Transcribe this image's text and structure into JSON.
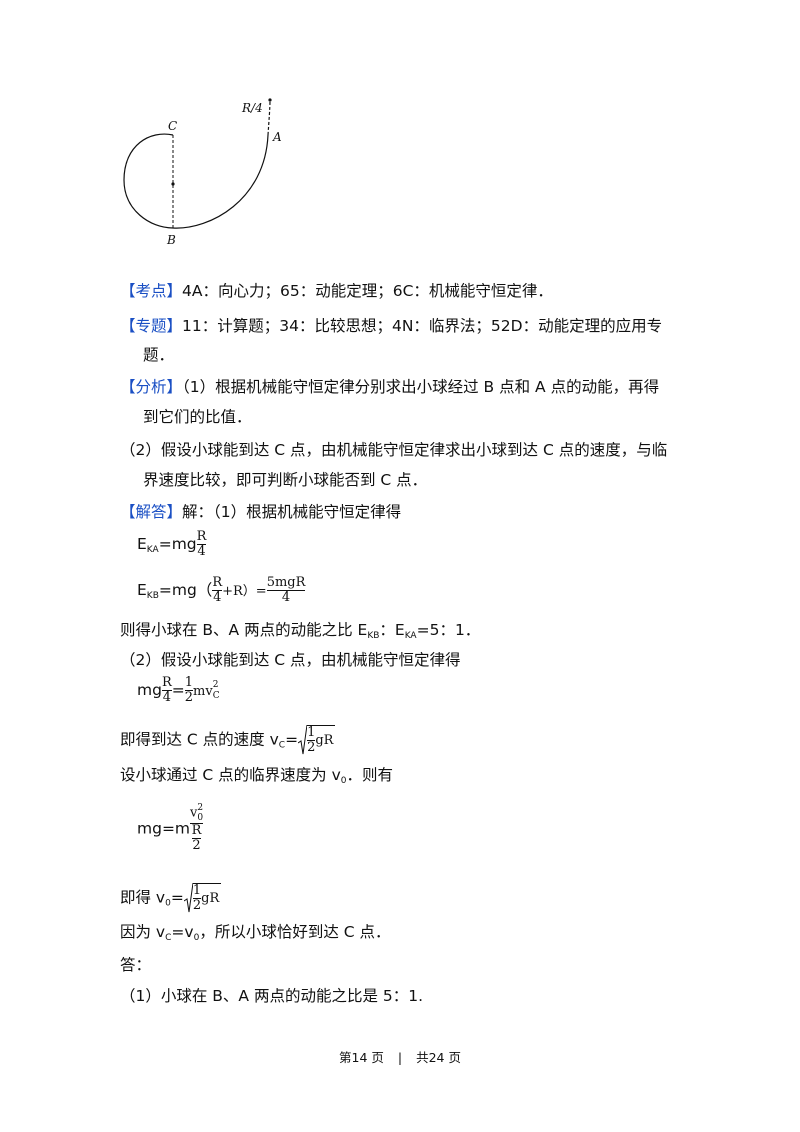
{
  "diagram": {
    "labels": {
      "R4": "R/4",
      "A": "A",
      "B": "B",
      "C": "C"
    }
  },
  "sections": {
    "kaodian": {
      "tag": "【考点】",
      "text": "4A：向心力；65：动能定理；6C：机械能守恒定律．"
    },
    "zhuanti": {
      "tag": "【专题】",
      "text1": "11：计算题；34：比较思想；4N：临界法；52D：动能定理的应用专",
      "text2": "题．"
    },
    "fenxi": {
      "tag": "【分析】",
      "text1": "（1）根据机械能守恒定律分别求出小球经过 B 点和 A 点的动能，再得",
      "text2": "到它们的比值．",
      "text3": "（2）假设小球能到达 C 点，由机械能守恒定律求出小球到达 C 点的速度，与临",
      "text4": "界速度比较，即可判断小球能否到 C 点．"
    },
    "jieda": {
      "tag": "【解答】",
      "text": "解：（1）根据机械能守恒定律得"
    }
  },
  "eq": {
    "eka_lhs": "E",
    "eka_sub": "KA",
    "eka_eq": "=mg",
    "eka_num": "R",
    "eka_den": "4",
    "ekb_lhs": "E",
    "ekb_sub": "KB",
    "ekb_eq": "=mg（",
    "ekb_num": "R",
    "ekb_den": "4",
    "ekb_plus": "+R）=",
    "ekb_num2": "5mgR",
    "ekb_den2": "4",
    "ratio_line": "则得小球在 B、A 两点的动能之比  E",
    "ratio_sub1": "KB",
    "ratio_mid": "：E",
    "ratio_sub2": "KA",
    "ratio_end": "=5：1．",
    "part2": "（2）假设小球能到达 C 点，由机械能守恒定律得",
    "mg_lhs": "mg",
    "mg_num": "R",
    "mg_den": "4",
    "mg_eq": "=",
    "half_num": "1",
    "half_den": "2",
    "mv": "mv",
    "mv_sup": "2",
    "mv_sub": "C",
    "vc_text": "即得到达 C 点的速度  v",
    "vc_sub": "C",
    "vc_eq": "=",
    "vc_num": "1",
    "vc_den": "2",
    "vc_gR": "gR",
    "crit_text": "设小球通过 C 点的临界速度为 v",
    "crit_sub": "0",
    "crit_end": "．则有",
    "mgm_lhs": "mg=m",
    "mgm_v": "v",
    "mgm_sup": "2",
    "mgm_sub": "0",
    "mgm_R": "R",
    "mgm_2": "2",
    "v0_text": "即得  v",
    "v0_sub": "0",
    "v0_eq": "=",
    "v0_num": "1",
    "v0_den": "2",
    "v0_gR": "gR",
    "because_text": "因为  v",
    "because_sub1": "C",
    "because_eq": "=v",
    "because_sub2": "0",
    "because_end": "，所以小球恰好到达 C 点．",
    "answer": "答：",
    "answer1": "（1）小球在 B、A 两点的动能之比是 5：1."
  },
  "footer": {
    "page": "第14 页",
    "sep": "|",
    "total": "共24 页"
  }
}
